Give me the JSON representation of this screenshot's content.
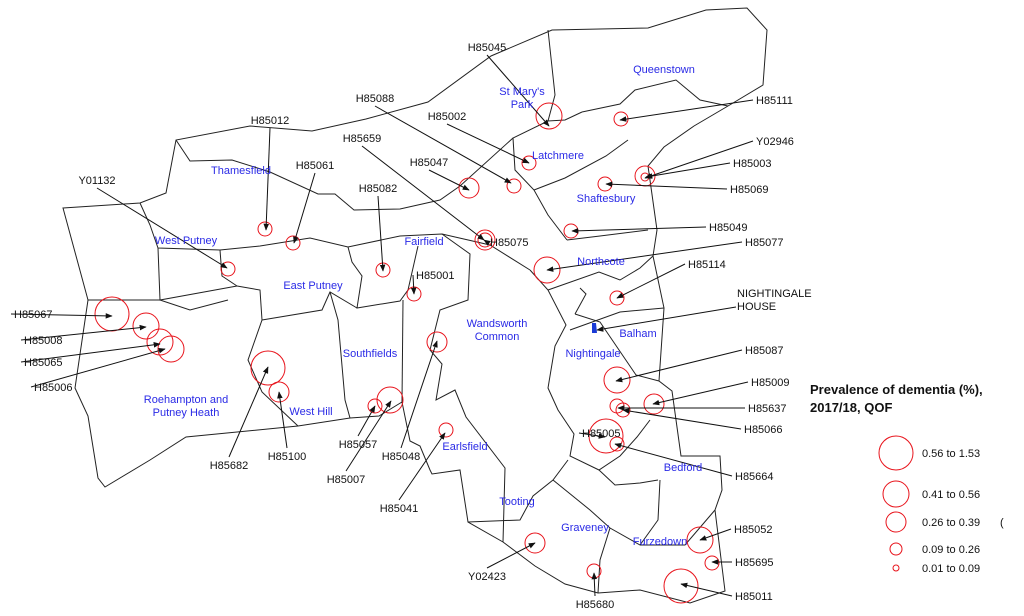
{
  "colors": {
    "circle": "#e8131b",
    "ward_label": "#2a2ae6",
    "text": "#111111",
    "boundary": "#222222",
    "nursing_home": "#1a3bd6"
  },
  "wards": [
    {
      "id": "queenstown",
      "label": "Queenstown"
    },
    {
      "id": "st-marys-park",
      "label": "St Mary's\nPark"
    },
    {
      "id": "latchmere",
      "label": "Latchmere"
    },
    {
      "id": "shaftesbury",
      "label": "Shaftesbury"
    },
    {
      "id": "thamesfield",
      "label": "Thamesfield"
    },
    {
      "id": "west-putney",
      "label": "West Putney"
    },
    {
      "id": "fairfield",
      "label": "Fairfield"
    },
    {
      "id": "northcote",
      "label": "Northcote"
    },
    {
      "id": "east-putney",
      "label": "East Putney"
    },
    {
      "id": "wandsworth-common",
      "label": "Wandsworth\nCommon"
    },
    {
      "id": "balham",
      "label": "Balham"
    },
    {
      "id": "nightingale",
      "label": "Nightingale"
    },
    {
      "id": "southfields",
      "label": "Southfields"
    },
    {
      "id": "roehampton",
      "label": "Roehampton and\nPutney Heath"
    },
    {
      "id": "west-hill",
      "label": "West Hill"
    },
    {
      "id": "earlsfield",
      "label": "Earlsfield"
    },
    {
      "id": "bedford",
      "label": "Bedford"
    },
    {
      "id": "tooting",
      "label": "Tooting"
    },
    {
      "id": "graveney",
      "label": "Graveney"
    },
    {
      "id": "furzedown",
      "label": "Furzedown"
    }
  ],
  "practices": [
    {
      "code": "H85045",
      "band": 3
    },
    {
      "code": "H85111",
      "band": 1
    },
    {
      "code": "H85002",
      "band": 1
    },
    {
      "code": "H85088",
      "band": 1
    },
    {
      "code": "H85012",
      "band": 1
    },
    {
      "code": "H85659",
      "band": 2
    },
    {
      "code": "H85061",
      "band": 1
    },
    {
      "code": "H85047",
      "band": 2
    },
    {
      "code": "Y02946",
      "band": 2
    },
    {
      "code": "H85003",
      "band": 0
    },
    {
      "code": "H85069",
      "band": 1
    },
    {
      "code": "Y01132",
      "band": 1
    },
    {
      "code": "H85082",
      "band": 1
    },
    {
      "code": "H85049",
      "band": 1
    },
    {
      "code": "H85075",
      "band": 1
    },
    {
      "code": "H85077",
      "band": 3
    },
    {
      "code": "H85001",
      "band": 1
    },
    {
      "code": "H85114",
      "band": 1
    },
    {
      "code": "H85067",
      "band": 4
    },
    {
      "code": "H85008",
      "band": 3
    },
    {
      "code": "H85065",
      "band": 3
    },
    {
      "code": "H85006",
      "band": 3
    },
    {
      "code": "H85087",
      "band": 3
    },
    {
      "code": "H85009",
      "band": 2
    },
    {
      "code": "H85637",
      "band": 1
    },
    {
      "code": "H85066",
      "band": 1
    },
    {
      "code": "H85005",
      "band": 4
    },
    {
      "code": "H85664",
      "band": 1
    },
    {
      "code": "H85682",
      "band": 4
    },
    {
      "code": "H85100",
      "band": 2
    },
    {
      "code": "H85057",
      "band": 1
    },
    {
      "code": "H85007",
      "band": 3
    },
    {
      "code": "H85048",
      "band": 2
    },
    {
      "code": "H85041",
      "band": 1
    },
    {
      "code": "Y02423",
      "band": 2
    },
    {
      "code": "H85052",
      "band": 3
    },
    {
      "code": "H85695",
      "band": 1
    },
    {
      "code": "H85680",
      "band": 1
    },
    {
      "code": "H85011",
      "band": 4
    }
  ],
  "nursing_home": {
    "label": "NIGHTINGALE\nHOUSE"
  },
  "legend": {
    "title": "Prevalence of dementia (%),\n2017/18, QOF",
    "items": [
      {
        "label": "0.56 to 1.53"
      },
      {
        "label": "0.41 to 0.56"
      },
      {
        "label": "0.26 to 0.39"
      },
      {
        "label": "0.09 to 0.26"
      },
      {
        "label": "0.01 to 0.09"
      }
    ],
    "stray_mark": "("
  }
}
